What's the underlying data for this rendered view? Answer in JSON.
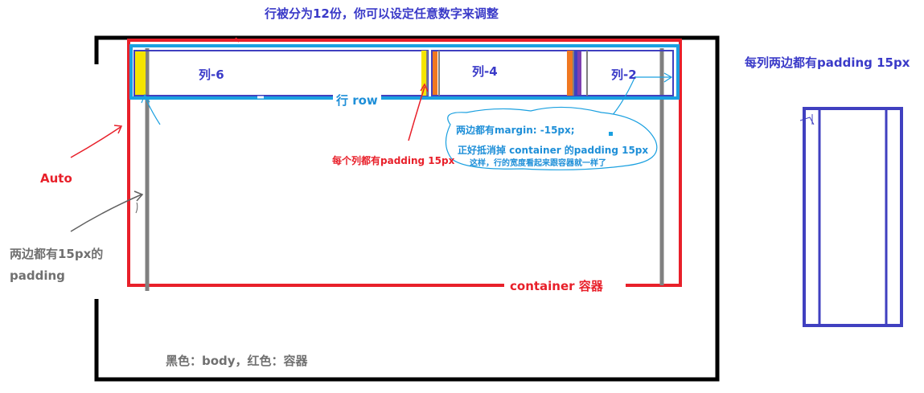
{
  "labels": {
    "top_title": "行被分为12份，你可以设定任意数字来调整",
    "col_6": "列-6",
    "col_4": "列-4",
    "col_2": "列-2",
    "row": "行 row",
    "auto": "Auto",
    "padding_both_l1": "两边都有15px的",
    "padding_both_l2": "padding",
    "each_col_padding": "每个列都有padding 15px",
    "margin_note_l1": "两边都有margin: -15px;",
    "margin_note_l2": "正好抵消掉 container 的padding 15px",
    "margin_note_l3": "这样，行的宽度看起来跟容器就一样了",
    "container": "container 容器",
    "legend": "黑色：body，红色：容器",
    "right_note": "每列两边都有padding 15px"
  },
  "colors": {
    "body_border": "#000000",
    "container": "#e8202a",
    "row": "#1aa0e0",
    "column": "#4040c0",
    "padding_bar": "#808080",
    "title_blue": "#3a3ac8",
    "note_blue": "#1e8fd8",
    "gray_text": "#707070",
    "yellow": "#f5e400",
    "orange": "#f07820",
    "purple": "#8040b0"
  }
}
